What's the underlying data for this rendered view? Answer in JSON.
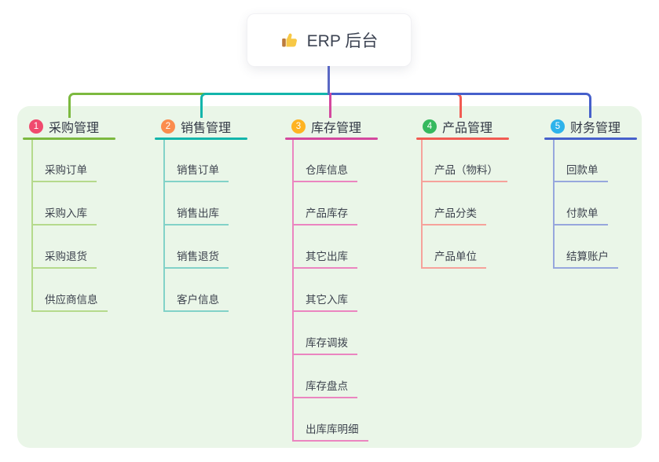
{
  "root": {
    "label": "ERP 后台",
    "icon": "thumbs-up-icon"
  },
  "branches": [
    {
      "num": "1",
      "title": "采购管理",
      "badge_color": "#f04a6e",
      "line_color": "#7cb93f",
      "light_color": "#b5da8c",
      "children": [
        "采购订单",
        "采购入库",
        "采购退货",
        "供应商信息"
      ]
    },
    {
      "num": "2",
      "title": "销售管理",
      "badge_color": "#fb8c4d",
      "line_color": "#13b5ab",
      "light_color": "#82d2c8",
      "children": [
        "销售订单",
        "销售出库",
        "销售退货",
        "客户信息"
      ]
    },
    {
      "num": "3",
      "title": "库存管理",
      "badge_color": "#feb322",
      "line_color": "#d4489e",
      "light_color": "#eb85c0",
      "children": [
        "仓库信息",
        "产品库存",
        "其它出库",
        "其它入库",
        "库存调拨",
        "库存盘点",
        "出库库明细"
      ]
    },
    {
      "num": "4",
      "title": "产品管理",
      "badge_color": "#36b95e",
      "line_color": "#f15b52",
      "light_color": "#f6a29b",
      "children": [
        "产品（物料）",
        "产品分类",
        "产品单位"
      ]
    },
    {
      "num": "5",
      "title": "财务管理",
      "badge_color": "#2eb3eb",
      "line_color": "#4660cb",
      "light_color": "#97a7dd",
      "children": [
        "回款单",
        "付款单",
        "结算账户"
      ]
    }
  ],
  "colors": {
    "canvas_bg": "#ffffff",
    "panel_bg": "#eaf6e8",
    "root_connector": "#5a68c4",
    "root_text": "#3c4352",
    "title_text": "#323845",
    "child_text": "#3d434e"
  }
}
